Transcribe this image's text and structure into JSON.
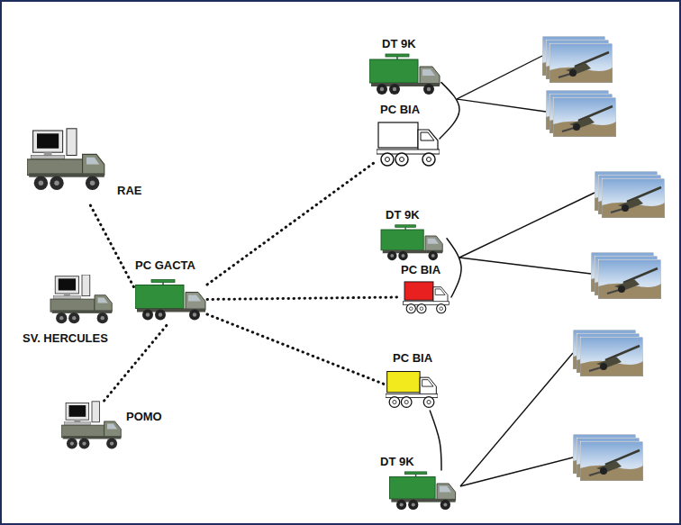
{
  "diagram": {
    "nodes": [
      {
        "text": [
          "RAE"
        ]
      },
      {
        "text": [
          "SV. HERCULES"
        ]
      },
      {
        "text": [
          "POMO"
        ]
      },
      {
        "text": [
          "PC GACTA"
        ]
      },
      {
        "text": [
          "DT 9K"
        ]
      },
      {
        "text": [
          "PC BIA"
        ]
      },
      {
        "text": [
          "DT 9K"
        ]
      },
      {
        "text": [
          "PC BIA"
        ]
      },
      {
        "text": [
          "PC BIA"
        ]
      },
      {
        "text": [
          "DT 9K"
        ]
      }
    ],
    "edges": [
      {
        "from": 0,
        "to": 3,
        "arrow": "none"
      },
      {
        "from": 2,
        "to": 3,
        "arrow": "none"
      },
      {
        "from": 3,
        "to": 5,
        "arrow": "none"
      },
      {
        "from": 3,
        "to": 7,
        "arrow": "none"
      },
      {
        "from": 3,
        "to": 8,
        "arrow": "none"
      },
      {
        "from": 4,
        "to": 5,
        "arrow": "none"
      },
      {
        "from": 6,
        "to": 7,
        "arrow": "none"
      },
      {
        "from": 8,
        "to": 9,
        "arrow": "none"
      }
    ]
  }
}
